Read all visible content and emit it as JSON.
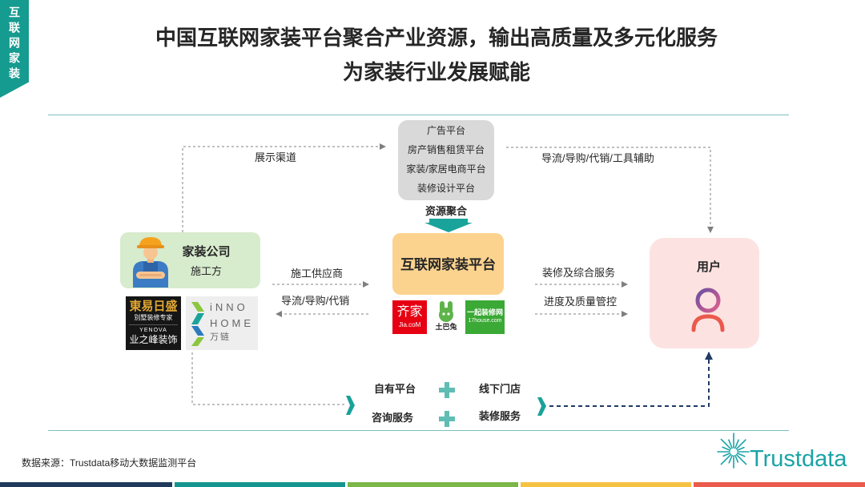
{
  "side_tab": {
    "label": "互联网家装"
  },
  "title": {
    "line1": "中国互联网家装平台聚合产业资源，输出高质量及多元化服务",
    "line2": "为家装行业发展赋能"
  },
  "resources": {
    "items": [
      "广告平台",
      "房产销售租赁平台",
      "家装/家居电商平台",
      "装修设计平台"
    ],
    "caption": "资源聚合"
  },
  "platform": {
    "label": "互联网家装平台",
    "logos": {
      "qijia": {
        "name": "齐家",
        "domain": "Jia.coM"
      },
      "tubatu": {
        "name": "土巴兔"
      },
      "house17": {
        "name": "一起装修网",
        "domain": "17house.com"
      }
    }
  },
  "company": {
    "title": "家装公司",
    "subtitle": "施工方",
    "logos": {
      "dongyi": {
        "name": "東易日盛",
        "tagline": "别墅装修专家"
      },
      "yenova": {
        "name_en": "YENOVA",
        "name": "业之峰装饰"
      },
      "inno": {
        "line1": "iNNO",
        "line2": "HOME",
        "name": "万链"
      }
    }
  },
  "user": {
    "label": "用户"
  },
  "flows": {
    "display_channel": "展示渠道",
    "platform_to_user": "导流/导购/代销/工具辅助",
    "supplier": "施工供应商",
    "platform_to_company": "导流/导购/代销",
    "service": "装修及综合服务",
    "control": "进度及质量管控"
  },
  "offline": {
    "row1": [
      "自有平台",
      "线下门店"
    ],
    "row2": [
      "咨询服务",
      "装修服务"
    ]
  },
  "footer": {
    "source": "数据来源：Trustdata移动大数据监测平台",
    "brand": "Trustdata"
  },
  "icons": {
    "worker": "worker-icon",
    "user": "user-icon",
    "plus": "plus-icon",
    "down_arrow": "down-arrow-icon",
    "brand_mark": "sunburst-icon"
  },
  "colors": {
    "accent_teal": "#159b8f",
    "platform_box": "#fbd38f",
    "company_box": "#d7ebcd",
    "user_box": "#fce3e2",
    "resource_box": "#d9d9d9",
    "navy_connector": "#1f3a66",
    "bottom_bar": [
      "#203a5c",
      "#15958f",
      "#7ab648",
      "#f6c243",
      "#ec5b4d"
    ]
  }
}
